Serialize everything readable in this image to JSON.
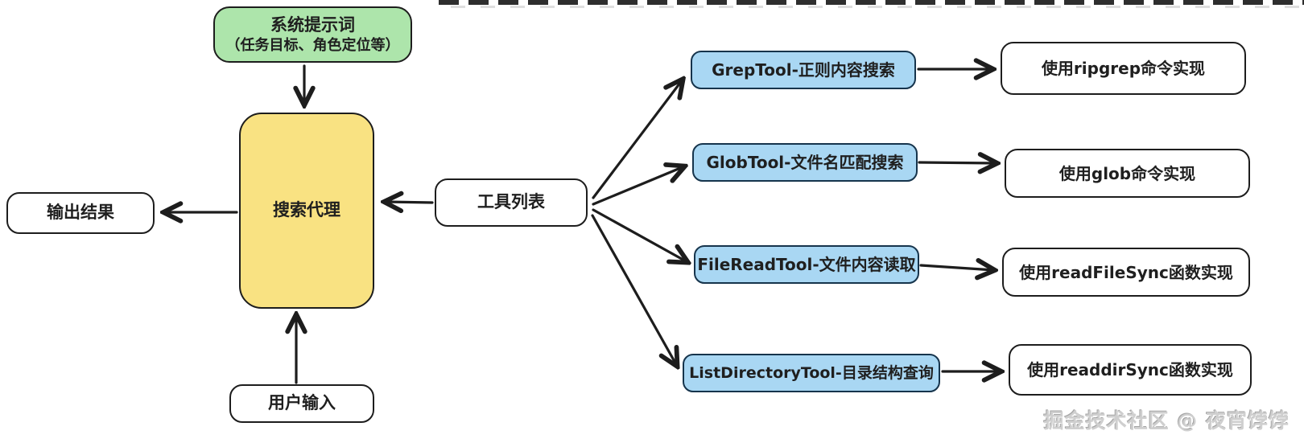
{
  "diagram": {
    "system_prompt": {
      "line1": "系统提示词",
      "line2": "（任务目标、角色定位等）"
    },
    "search_agent": {
      "label": "搜索代理"
    },
    "output_result": {
      "label": "输出结果"
    },
    "user_input": {
      "label": "用户输入"
    },
    "tool_list": {
      "label": "工具列表"
    },
    "tools": [
      {
        "label": "GrepTool-正则内容搜索",
        "impl": "使用ripgrep命令实现"
      },
      {
        "label": "GlobTool-文件名匹配搜索",
        "impl": "使用glob命令实现"
      },
      {
        "label": "FileReadTool-文件内容读取",
        "impl": "使用readFileSync函数实现"
      },
      {
        "label": "ListDirectoryTool-目录结构查询",
        "impl": "使用readdirSync函数实现"
      }
    ],
    "watermark": "掘金技术社区 @ 夜宵饽饽",
    "colors": {
      "green_fill": "#ade5ab",
      "yellow_fill": "#f9e282",
      "blue_fill": "#a9d7f3",
      "stroke": "#1d1d1d",
      "watermark_gray": "#cfcfcf"
    }
  }
}
